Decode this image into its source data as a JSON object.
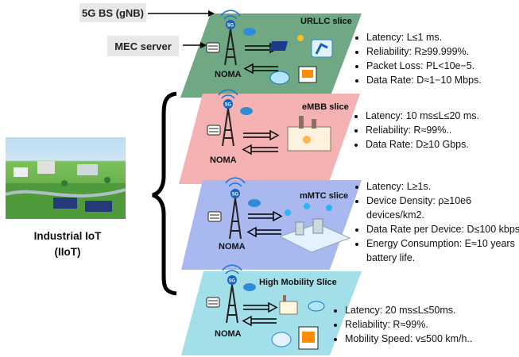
{
  "labels": {
    "bs": "5G BS (gNB)",
    "mec": "MEC server",
    "iiot_line1": "Industrial IoT",
    "iiot_line2": "(IIoT)"
  },
  "slices": [
    {
      "key": "urllc",
      "title": "URLLC slice",
      "noma": "NOMA",
      "color": "#6fa883",
      "bullets": [
        "Latency: L≤1 ms.",
        "Reliability: R≥99.999%.",
        "Packet Loss: PL<10e−5.",
        "Data Rate: D≈1−10 Mbps."
      ]
    },
    {
      "key": "embb",
      "title": "eMBB slice",
      "noma": "NOMA",
      "color": "#f4b2b2",
      "bullets": [
        "Latency: 10 ms≤L≤20 ms.",
        "Reliability: R≈99%..",
        "Data Rate: D≥10 Gbps."
      ]
    },
    {
      "key": "mmtc",
      "title": "mMTC slice",
      "noma": "NOMA",
      "color": "#a9b9f0",
      "bullets": [
        "Latency: L≥1s.",
        "Device Density: ρ≥10e6 devices/km2.",
        "Data Rate per Device: D≤100 kbps.",
        "Energy Consumption: E≈10 years battery life."
      ]
    },
    {
      "key": "hm",
      "title": "High Mobility Slice",
      "noma": "NOMA",
      "color": "#a3dfe8",
      "bullets": [
        "Latency: 20 ms≤L≤50ms.",
        "Reliability: R≈99%.",
        "Mobility Speed: v≤500 km/h.."
      ]
    }
  ]
}
